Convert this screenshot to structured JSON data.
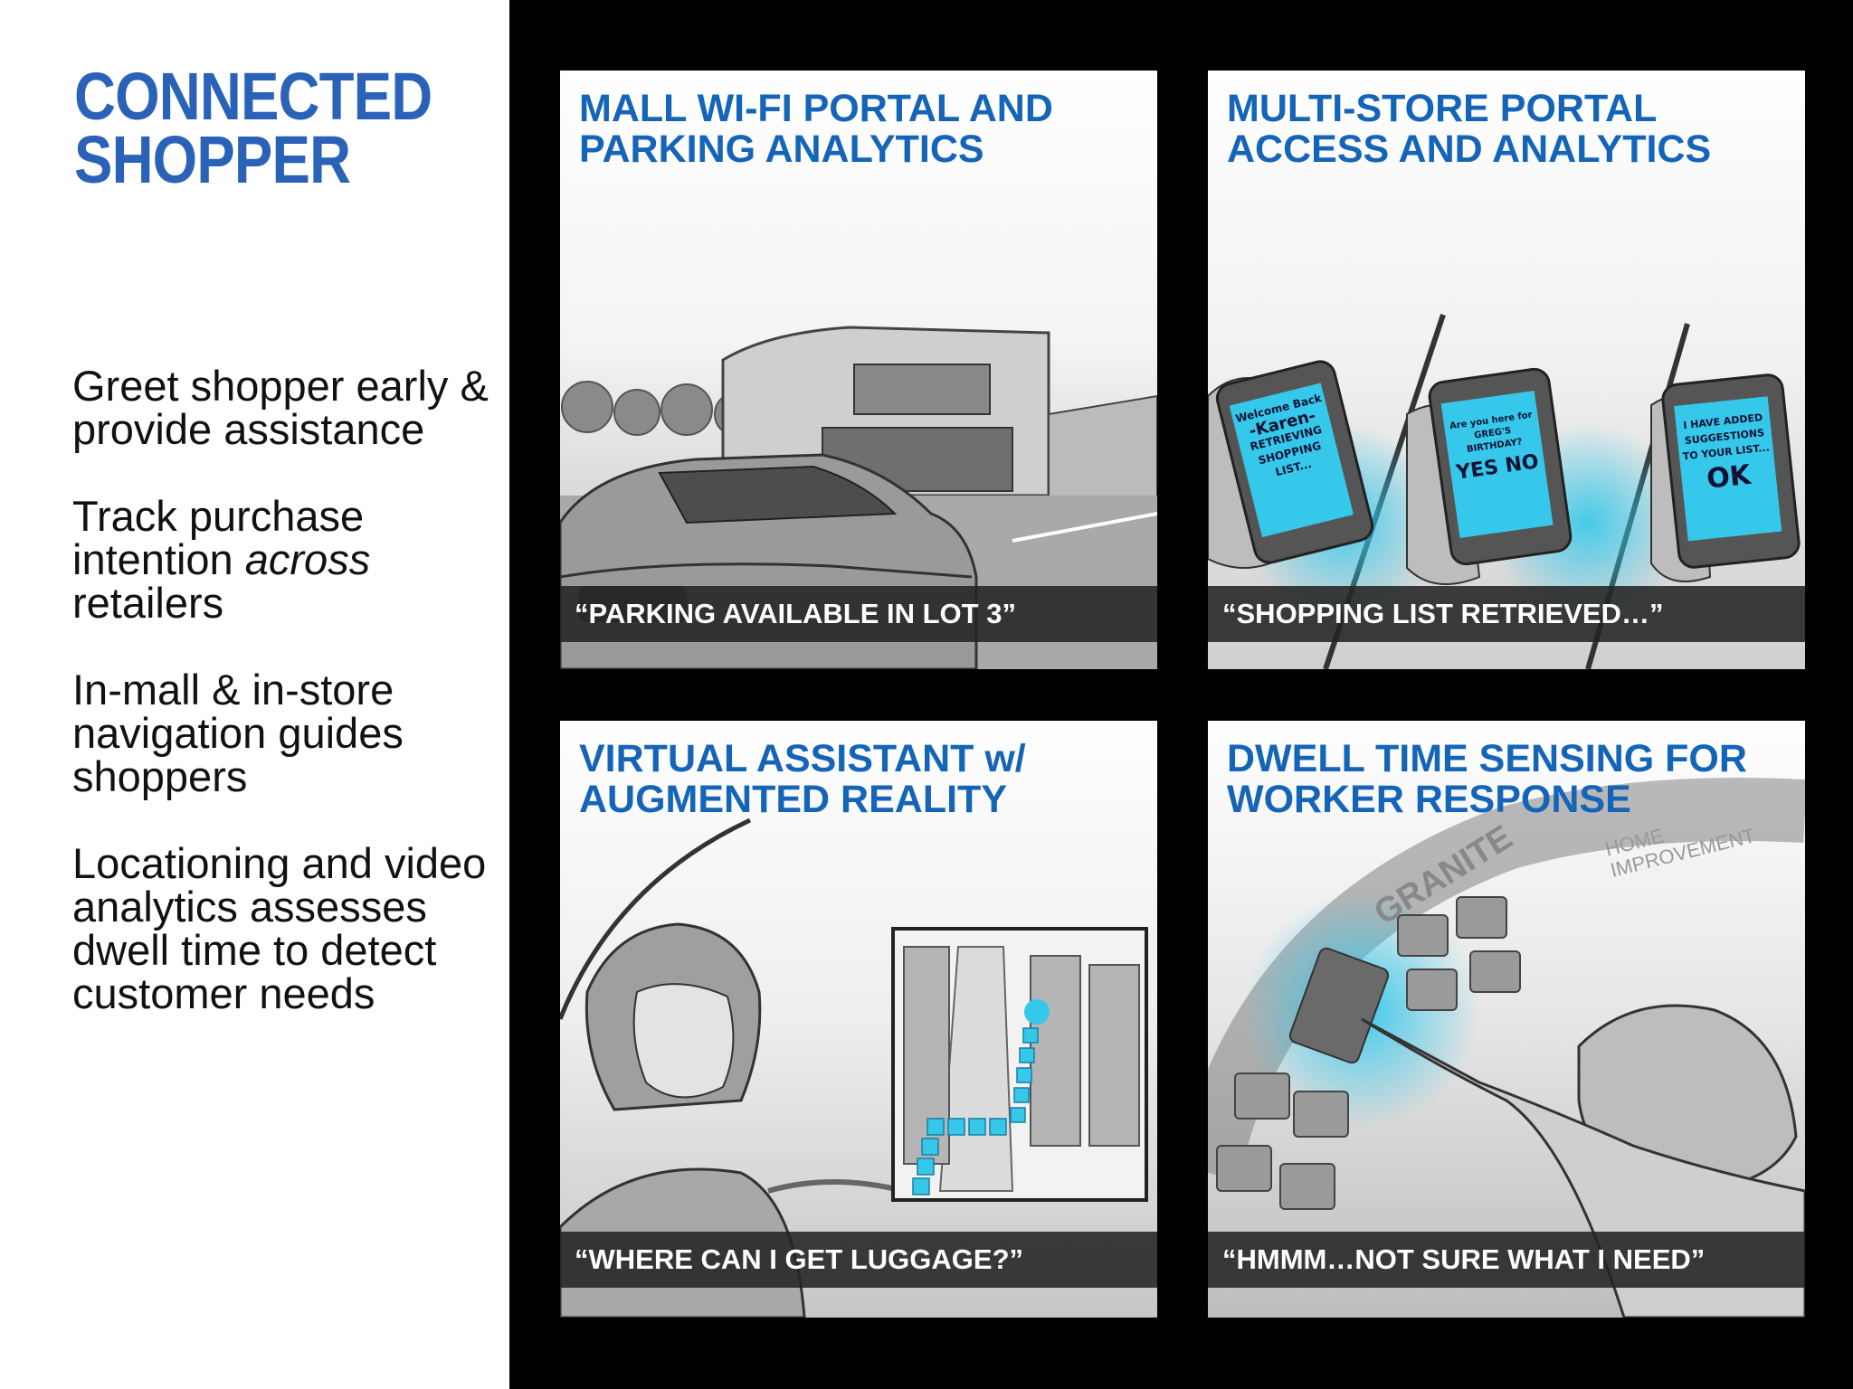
{
  "slide": {
    "title_lines": [
      "CONNECTED",
      "SHOPPER"
    ],
    "bullets": [
      {
        "text": "Greet shopper early & provide assistance"
      },
      {
        "text_before": "Track purchase intention ",
        "text_em": "across",
        "text_after": " retailers"
      },
      {
        "text": "In-mall & in-store navigation guides shoppers"
      },
      {
        "text": "Locationing and video analytics assesses dwell time to detect customer needs"
      }
    ]
  },
  "panels": [
    {
      "title_lines": [
        "MALL WI-FI PORTAL AND",
        "PARKING ANALYTICS"
      ],
      "caption": "“PARKING AVAILABLE IN LOT 3”"
    },
    {
      "title_lines": [
        "MULTI-STORE PORTAL",
        "ACCESS AND ANALYTICS"
      ],
      "caption": "“SHOPPING LIST RETRIEVED…”",
      "phones": [
        {
          "lines": [
            "Welcome Back",
            "-Karen-",
            "RETRIEVING",
            "SHOPPING",
            "LIST..."
          ]
        },
        {
          "lines": [
            "Are you here for",
            "GREG'S BIRTHDAY?",
            "YES  NO"
          ]
        },
        {
          "lines": [
            "I HAVE ADDED",
            "SUGGESTIONS",
            "TO YOUR LIST...",
            "OK"
          ]
        }
      ]
    },
    {
      "title_lines": [
        "VIRTUAL ASSISTANT w/",
        "AUGMENTED REALITY"
      ],
      "caption": "“WHERE CAN I GET LUGGAGE?”"
    },
    {
      "title_lines": [
        "DWELL TIME SENSING FOR",
        "WORKER RESPONSE"
      ],
      "caption": "“HMMM…NOT SURE WHAT I NEED”",
      "signs": [
        "GRANITE",
        "HOME IMPROVEMENT"
      ]
    }
  ],
  "colors": {
    "accent": "#1464b8",
    "title": "#2a62b8",
    "highlight": "#35c8ea"
  }
}
